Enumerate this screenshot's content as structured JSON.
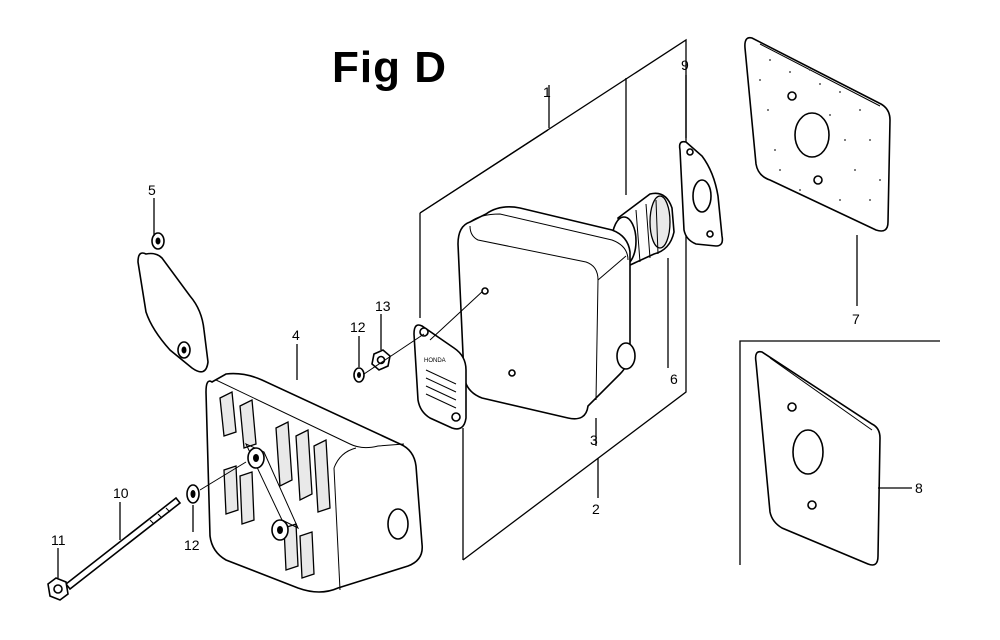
{
  "figure": {
    "title": "Fig D"
  },
  "callouts": {
    "c1": "1",
    "c2": "2",
    "c3": "3",
    "c4": "4",
    "c5": "5",
    "c6": "6",
    "c7": "7",
    "c8": "8",
    "c9": "9",
    "c10": "10",
    "c11": "11",
    "c12a": "12",
    "c12b": "12",
    "c13": "13"
  },
  "muffler_label": "HONDA"
}
